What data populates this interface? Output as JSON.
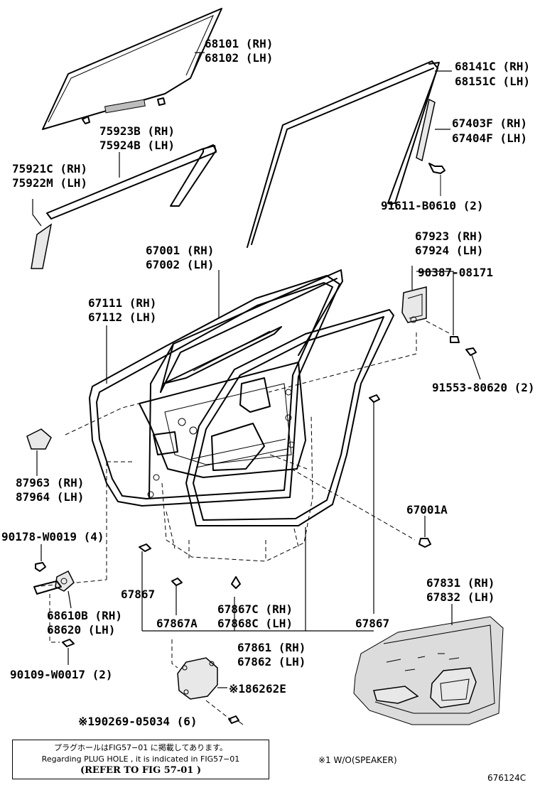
{
  "labels": {
    "glass": [
      "68101 (RH)",
      "68102 (LH)"
    ],
    "run_channel": [
      "68141C (RH)",
      "68151C (LH)"
    ],
    "belt_rear": [
      "67403F (RH)",
      "67404F (LH)"
    ],
    "belt_weatherstrip": [
      "75923B (RH)",
      "75924B (LH)"
    ],
    "pillar_garnish": [
      "75921C (RH)",
      "75922M (LH)"
    ],
    "screw_91611": "91611-B0610 (2)",
    "door_panel": [
      "67001 (RH)",
      "67002 (LH)"
    ],
    "mirror_cover": [
      "67923 (RH)",
      "67924 (LH)"
    ],
    "clip_90387": "90387-08171",
    "weatherstrip": [
      "67111 (RH)",
      "67112 (LH)"
    ],
    "screw_91553": "91553-80620 (2)",
    "cover_87963": [
      "87963 (RH)",
      "87964 (LH)"
    ],
    "plug_67001A": "67001A",
    "nut_90178": "90178-W0019 (4)",
    "check_68610": [
      "68610B (RH)",
      "68620 (LH)"
    ],
    "clip_67867_left": "67867",
    "clip_67867a": "67867A",
    "clip_67867c": [
      "67867C (RH)",
      "67868C (LH)"
    ],
    "clip_67867_right": "67867",
    "service_hole_cover": [
      "67861 (RH)",
      "67862 (LH)"
    ],
    "trim_panel": [
      "67831 (RH)",
      "67832 (LH)"
    ],
    "bolt_90109": "90109-W0017 (2)",
    "speaker_cover": "※186262E",
    "screw_90269": "※190269-05034 (6)"
  },
  "note": {
    "jp": "プラグホールはFIG57−01 に掲載してあります。",
    "en": "Regarding  PLUG HOLE , it is indicated in FIG57−01",
    "ref": "(REFER TO FIG 57-01 )"
  },
  "footnote": "※1 W/O(SPEAKER)",
  "figure_code": "676124C"
}
